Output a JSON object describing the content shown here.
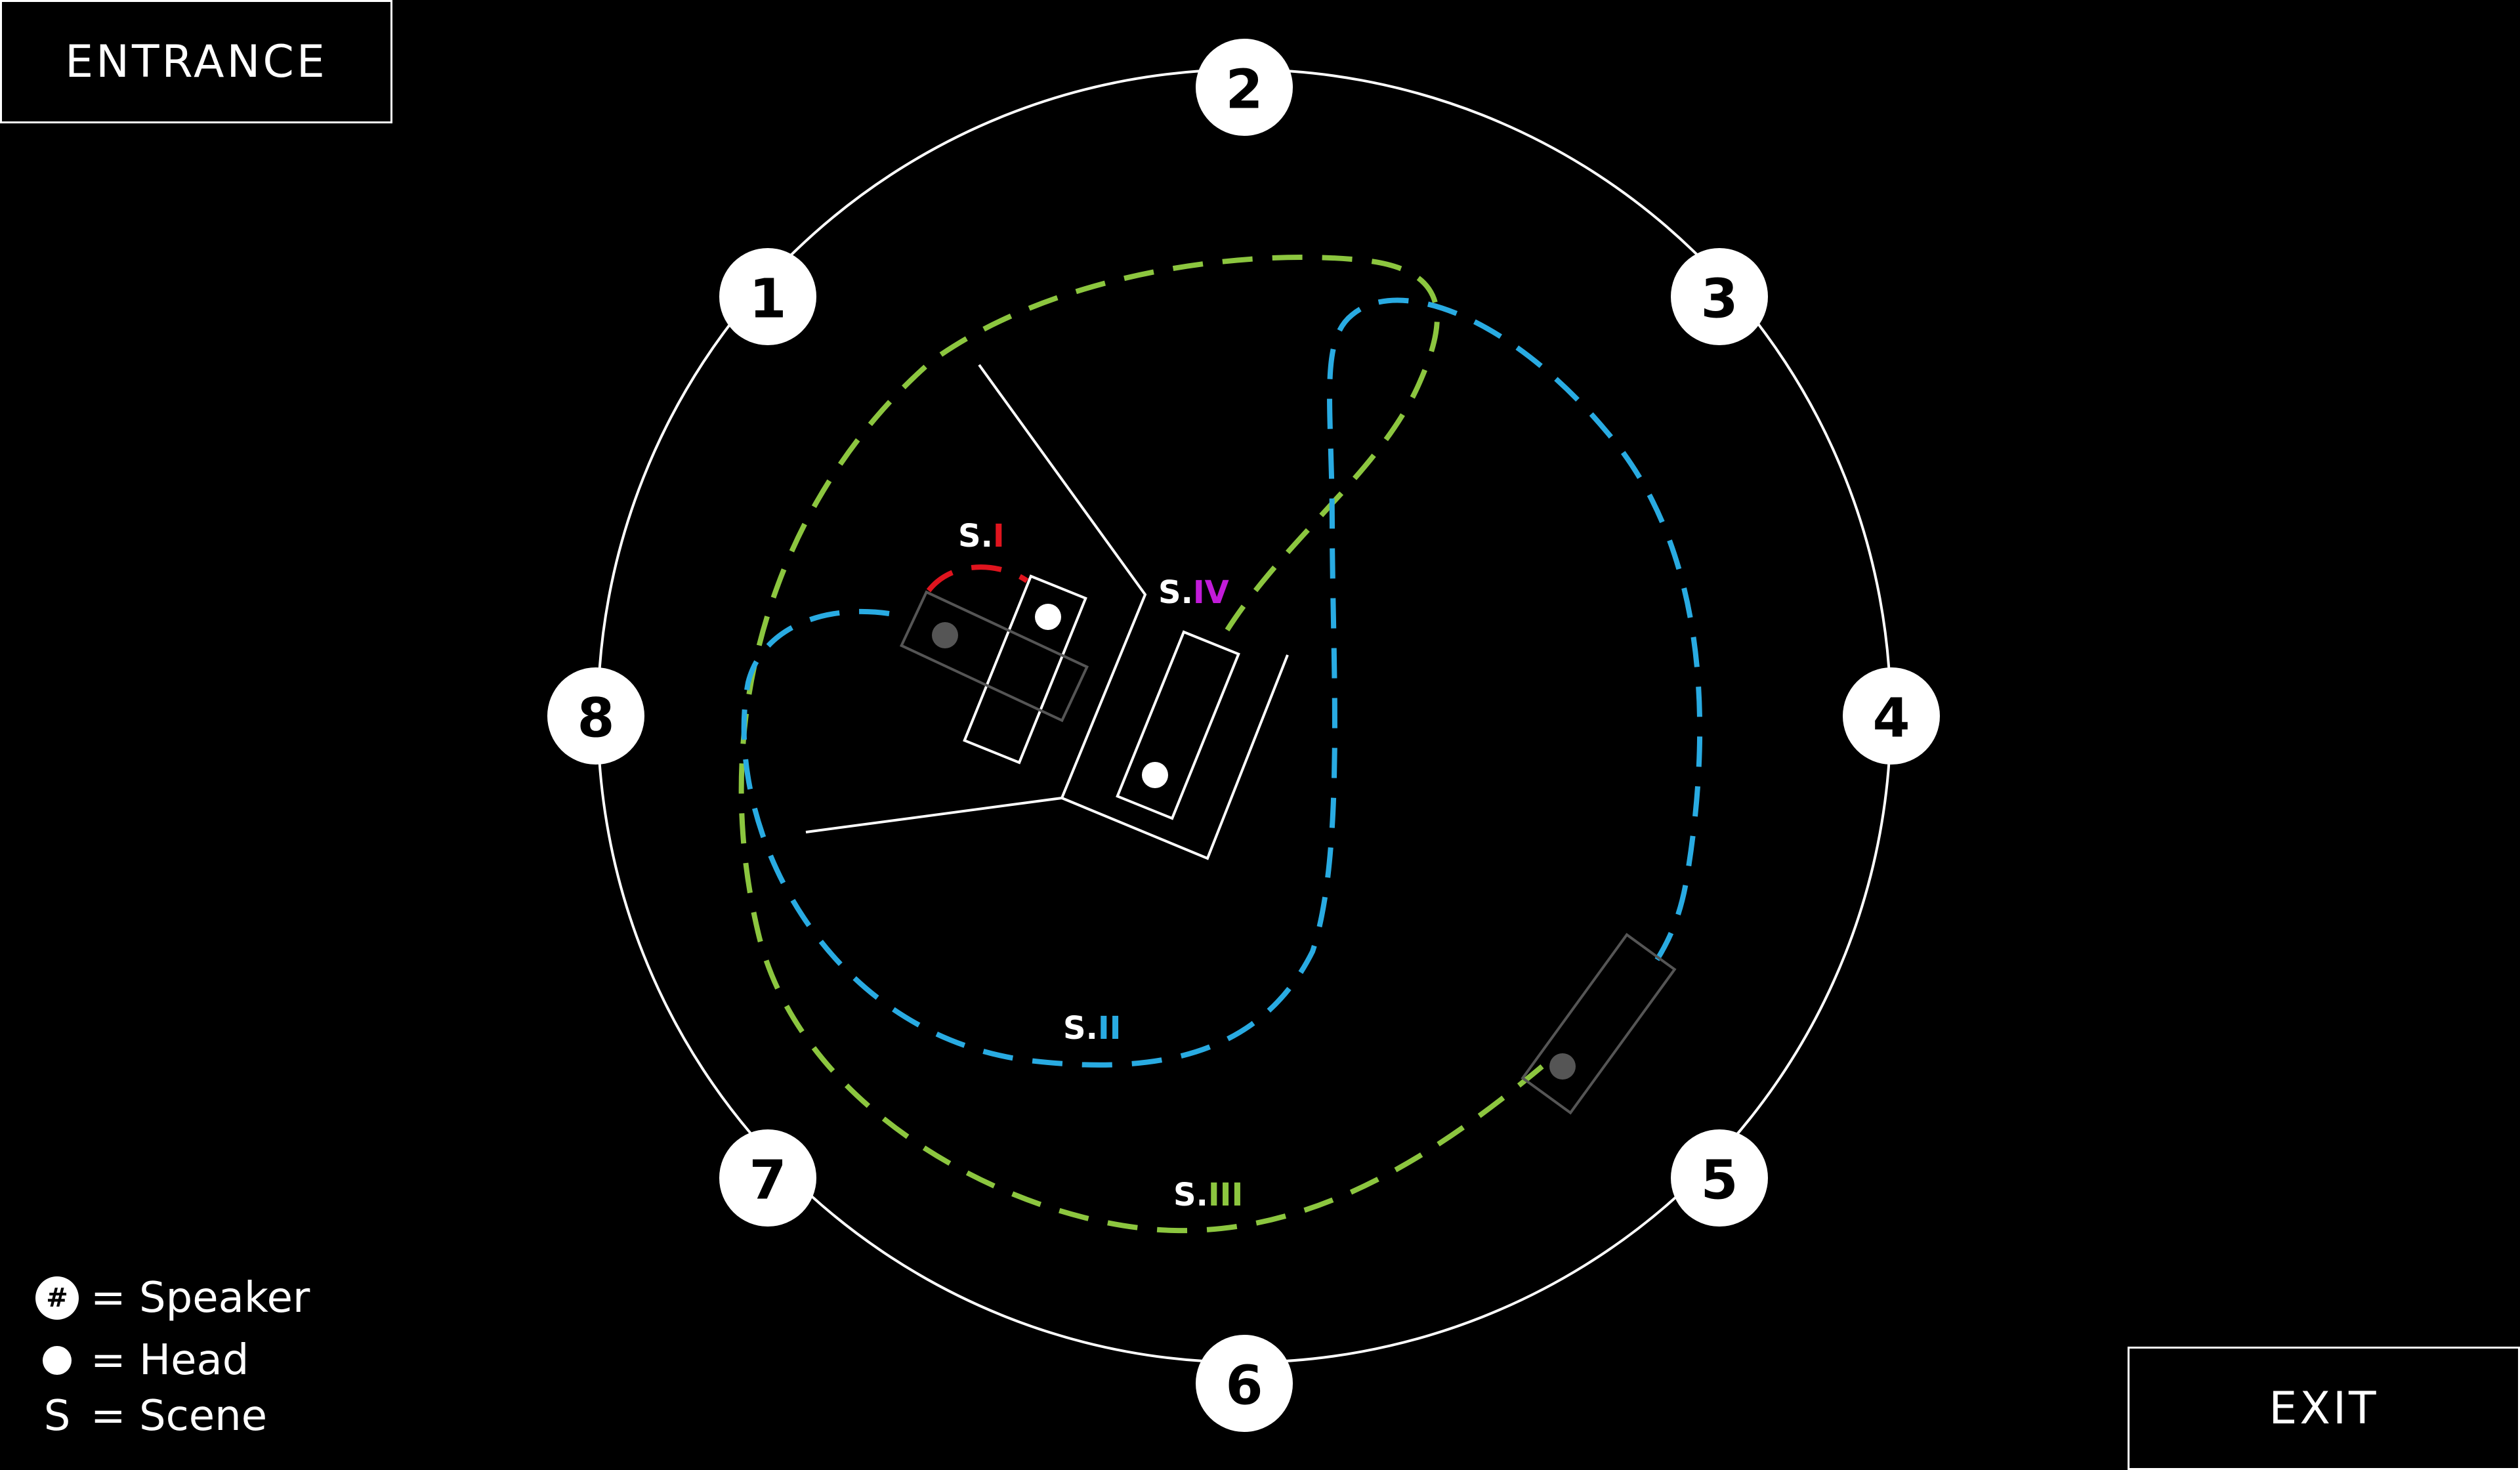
{
  "entrance_label": "ENTRANCE",
  "exit_label": "EXIT",
  "speakers": [
    "1",
    "2",
    "3",
    "4",
    "5",
    "6",
    "7",
    "8"
  ],
  "scenes": [
    {
      "prefix": "S.",
      "numeral": "I",
      "color": "#e0141e"
    },
    {
      "prefix": "S.",
      "numeral": "II",
      "color": "#29abe2"
    },
    {
      "prefix": "S.",
      "numeral": "III",
      "color": "#8cc63f"
    },
    {
      "prefix": "S.",
      "numeral": "IV",
      "color": "#c21bd9"
    }
  ],
  "legend": {
    "speaker_symbol": "#",
    "speaker_text": "= Speaker",
    "head_text": "= Head",
    "scene_symbol": "S",
    "scene_text": "= Scene"
  },
  "colors": {
    "background": "#000000",
    "foreground": "#ffffff",
    "inactive": "#555555"
  }
}
